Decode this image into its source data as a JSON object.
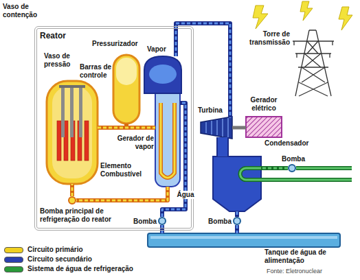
{
  "diagram": {
    "nodes": [
      {
        "text": [
          "Vaso de contenção",
          "Reator"
        ]
      },
      {
        "text": [
          "Vaso de pressão",
          "Barras de controle",
          "Elemento Combustível"
        ],
        "in": 0
      },
      {
        "text": [
          "Pressurizador"
        ],
        "in": 0
      },
      {
        "text": [
          "Vapor",
          "Gerador de vapor"
        ],
        "in": 0
      },
      {
        "text": [
          "Bomba principal de refrigeração do reator"
        ],
        "in": 0
      },
      {
        "text": [
          "Turbina"
        ]
      },
      {
        "text": [
          "Gerador elétrico"
        ]
      },
      {
        "text": [
          "Torre de transmissão"
        ]
      },
      {
        "text": [
          "Condensador"
        ]
      },
      {
        "text": [
          "Bomba"
        ]
      },
      {
        "text": [
          "Tanque de água de alimentação"
        ]
      },
      {
        "text": [
          "Bomba"
        ],
        "in": 0
      },
      {
        "text": [
          "Bomba"
        ]
      }
    ],
    "edges": [
      {
        "from": 1,
        "to": 2,
        "arrow": "none"
      },
      {
        "from": 1,
        "to": 3,
        "arrow": "none"
      },
      {
        "from": 3,
        "to": 4,
        "arrow": "none"
      },
      {
        "from": 4,
        "to": 1,
        "arrow": "none"
      },
      {
        "from": 3,
        "to": 5,
        "arrow": "none"
      },
      {
        "from": 5,
        "to": 6,
        "arrow": "none"
      },
      {
        "from": 5,
        "to": 8,
        "arrow": "none"
      },
      {
        "from": 8,
        "to": 12,
        "arrow": "none"
      },
      {
        "from": 12,
        "to": 10,
        "arrow": "none"
      },
      {
        "from": 10,
        "to": 11,
        "arrow": "none"
      },
      {
        "from": 11,
        "to": 3,
        "label": "Água",
        "arrow": "none"
      },
      {
        "from": 9,
        "to": 8,
        "arrow": "none"
      }
    ],
    "labels": [
      "Fonte: Eletronuclear"
    ],
    "legend": [
      {
        "text": "Circuito primário",
        "color": "#f0d020"
      },
      {
        "text": "Circuito secundário",
        "color": "#2a3fb0"
      },
      {
        "text": "Sistema de água de refrigeração",
        "color": "#2a9a3a"
      }
    ]
  }
}
